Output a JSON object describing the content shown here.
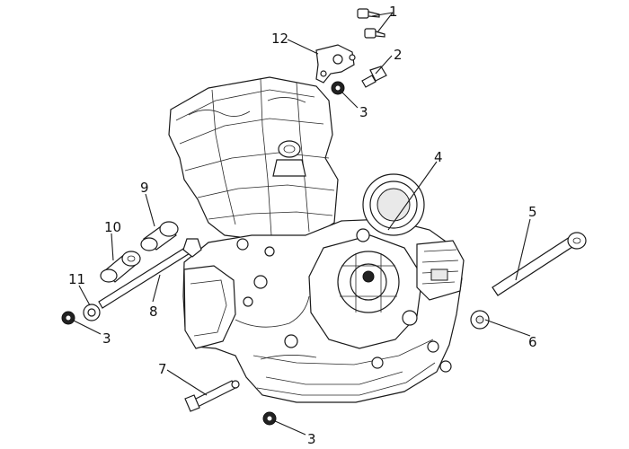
{
  "diagram": {
    "callouts": [
      {
        "id": "c1",
        "label": "1"
      },
      {
        "id": "c2",
        "label": "2"
      },
      {
        "id": "c3a",
        "label": "3"
      },
      {
        "id": "c4",
        "label": "4"
      },
      {
        "id": "c5",
        "label": "5"
      },
      {
        "id": "c6",
        "label": "6"
      },
      {
        "id": "c7",
        "label": "7"
      },
      {
        "id": "c8",
        "label": "8"
      },
      {
        "id": "c9",
        "label": "9"
      },
      {
        "id": "c10",
        "label": "10"
      },
      {
        "id": "c11",
        "label": "11"
      },
      {
        "id": "c12",
        "label": "12"
      },
      {
        "id": "c3b",
        "label": "3"
      },
      {
        "id": "c3c",
        "label": "3"
      }
    ],
    "colors": {
      "line": "#1a1a1a",
      "background": "#ffffff"
    }
  }
}
